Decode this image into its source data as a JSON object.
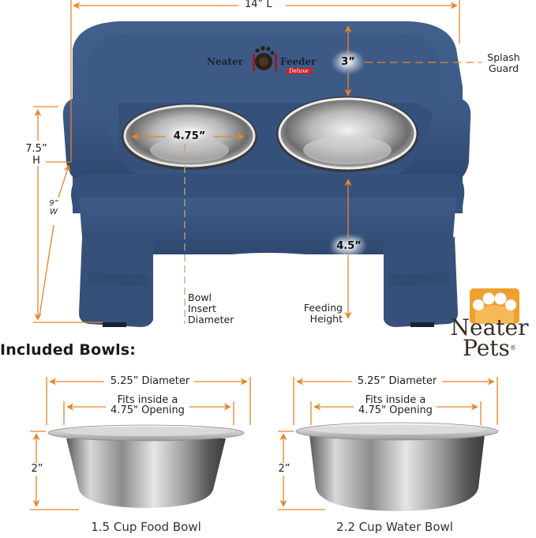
{
  "colors": {
    "accent_orange": "#e8832a",
    "feeder_navy": "#3a5580",
    "feeder_navy_dark": "#2b4166",
    "logo_orange": "#f0a030",
    "logo_text": "#3b2f25",
    "brand_red": "#c0262e"
  },
  "feeder": {
    "brand_left": "Neater",
    "brand_right": "Feeder",
    "brand_script": "Deluxe",
    "dimensions": {
      "length": "14” L",
      "height_value": "7.5”",
      "height_unit": "H",
      "width_value": "9”",
      "width_unit": "W",
      "splash_guard_height": "3”",
      "bowl_insert_diameter": "4.75”",
      "feeding_height": "4.5”"
    },
    "callouts": {
      "splash_guard": [
        "Splash",
        "Guard"
      ],
      "bowl_insert": [
        "Bowl",
        "Insert",
        "Diameter"
      ],
      "feeding_height": [
        "Feeding",
        "Height"
      ]
    }
  },
  "logo": {
    "line1": "Neater",
    "line2": "Pets",
    "registered": "®",
    "icon": "paw-icon"
  },
  "included_bowls": {
    "title": "Included Bowls:",
    "bowls": [
      {
        "diameter": "5.25” Diameter",
        "fits_line1": "Fits inside a",
        "fits_line2": "4.75\" Opening",
        "height": "2”",
        "caption": "1.5 Cup Food Bowl"
      },
      {
        "diameter": "5.25” Diameter",
        "fits_line1": "Fits inside a",
        "fits_line2": "4.75\" Opening",
        "height": "2”",
        "caption": "2.2 Cup Water Bowl"
      }
    ]
  }
}
